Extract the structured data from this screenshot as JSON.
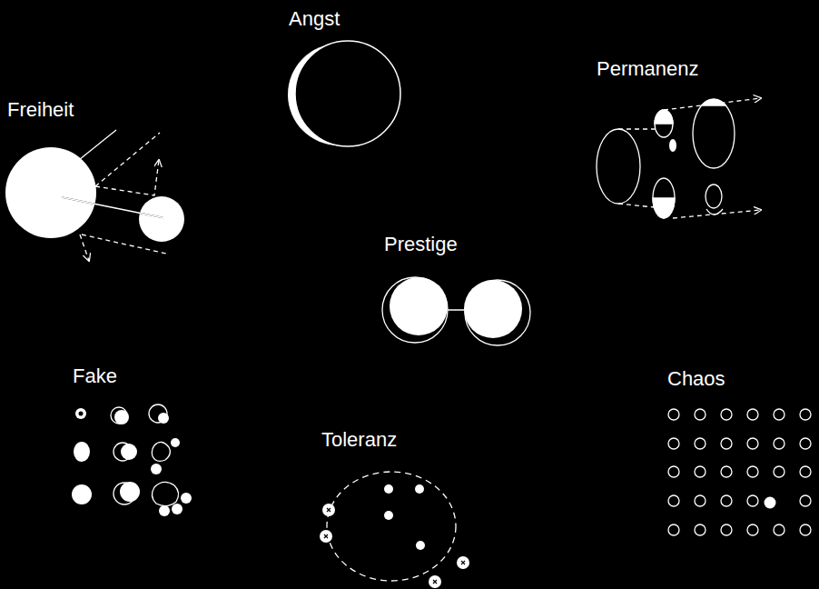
{
  "diagram": {
    "labels": [
      "Angst",
      "Freiheit",
      "Permanenz",
      "Prestige",
      "Fake",
      "Toleranz",
      "Chaos"
    ]
  }
}
